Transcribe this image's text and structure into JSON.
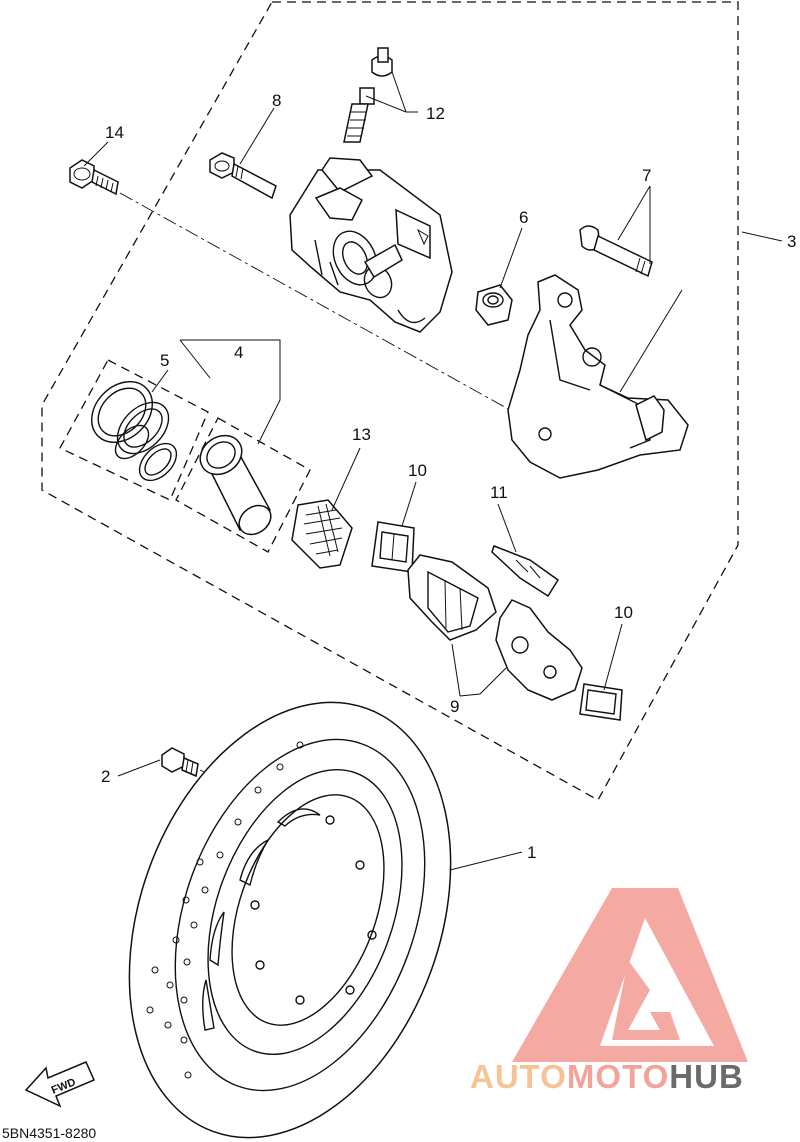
{
  "callouts": {
    "p1": "1",
    "p2": "2",
    "p3": "3",
    "p4": "4",
    "p5": "5",
    "p6": "6",
    "p7": "7",
    "p8": "8",
    "p9": "9",
    "p10a": "10",
    "p10b": "10",
    "p11": "11",
    "p12": "12",
    "p13": "13",
    "p14": "14"
  },
  "fwd_label": "FWD",
  "diagram_code": "5BN4351-8280",
  "watermark": {
    "part1": "AUTO",
    "part2": "MOTO",
    "part3": "HUB",
    "color_auto": "#f6bd8c",
    "color_moto": "#f29a8f",
    "color_hub": "#5a5a5a",
    "logo_color": "#f5a09a"
  }
}
